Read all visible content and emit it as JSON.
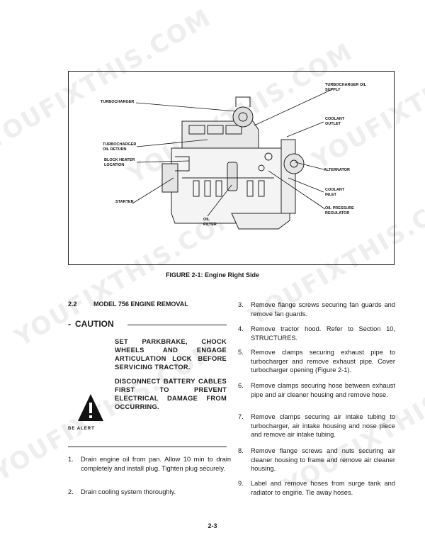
{
  "watermarks": [
    "YOUFIXTHIS.COM",
    "YOUFIXTHIS.COM",
    "YOUFIXTHIS.COM",
    "YOUFIXTHIS.COM",
    "YOUFIXTHIS.COM",
    "YOUFIXTHIS.COM",
    "YOUFIXTHIS.COM"
  ],
  "figure": {
    "callouts": {
      "turbocharger": "TURBOCHARGER",
      "turbo_oil_supply": "TURBOCHARGER OIL SUPPLY",
      "coolant_outlet": "COOLANT OUTLET",
      "turbo_oil_return": "TURBOCHARGER OIL RETURN",
      "block_heater": "BLOCK HEATER LOCATION",
      "alternator": "ALTERNATOR",
      "coolant_inlet": "COOLANT INLET",
      "starter": "STARTER",
      "oil_pressure_regulator": "OIL PRESSURE REGULATOR",
      "oil_filter": "OIL FILTER"
    },
    "caption": "FIGURE 2-1:  Engine Right Side"
  },
  "section": {
    "number": "2.2",
    "title": "MODEL 756 ENGINE REMOVAL"
  },
  "caution": {
    "dash": "-",
    "title": "CAUTION",
    "warnings": [
      "SET PARKBRAKE, CHOCK WHEELS AND ENGAGE ARTICULATION LOCK BEFORE SERVICING TRACTOR.",
      "DISCONNECT BATTERY CABLES FIRST TO PREVENT ELECTRICAL DAMAGE FROM OCCURRING."
    ],
    "alert_label": "BE ALERT"
  },
  "steps": [
    {
      "num": "1.",
      "text": "Drain engine oil from pan. Allow 10 min to drain completely and install plug. Tighten plug securely."
    },
    {
      "num": "2.",
      "text": "Drain cooling system thoroughly."
    },
    {
      "num": "3.",
      "text": "Remove flange screws securing fan guards and remove fan guards."
    },
    {
      "num": "4.",
      "text": "Remove tractor hood. Refer to Section 10, STRUCTURES."
    },
    {
      "num": "5.",
      "text": "Remove clamps securing exhaust pipe to turbocharger and remove exhaust pipe. Cover turbocharger opening (Figure 2-1)."
    },
    {
      "num": "6.",
      "text": "Remove clamps securing hose between exhaust pipe and air cleaner housing and remove hose."
    },
    {
      "num": "7.",
      "text": "Remove clamps securing air intake tubing to turbocharger, air intake housing and nose piece and remove air intake tubing."
    },
    {
      "num": "8.",
      "text": "Remove flange screws and nuts securing air cleaner housing to frame and remove air cleaner housing."
    },
    {
      "num": "9.",
      "text": "Label and remove hoses from surge tank and radiator to engine. Tie away hoses."
    }
  ],
  "page_number": "2-3"
}
